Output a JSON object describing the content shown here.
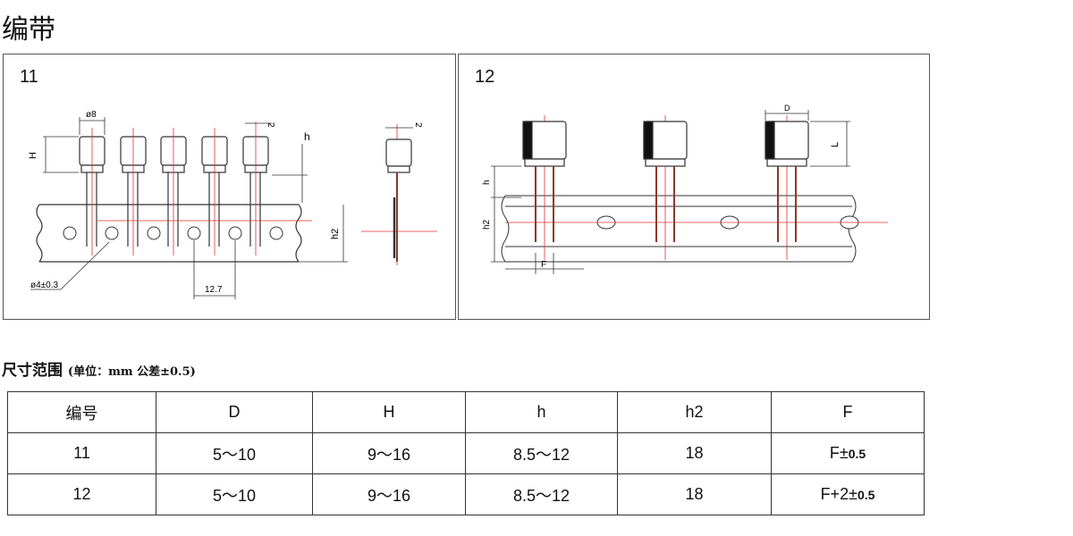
{
  "title": "编带",
  "panels": [
    {
      "id": "11",
      "labels": {
        "dia": "ø8",
        "pitch_lead": "2",
        "H": "H",
        "h": "h",
        "h2": "h2",
        "hole": "ø4±0.3",
        "pitch": "12.7",
        "side_pitch": "2"
      }
    },
    {
      "id": "12",
      "labels": {
        "D": "D",
        "L": "L",
        "h": "h",
        "h2": "h2",
        "F": "F"
      }
    }
  ],
  "spec": {
    "heading": "尺寸范围",
    "note_prefix": "(单位：mm  公差±",
    "note_value": "0.5)",
    "columns": [
      "编号",
      "D",
      "H",
      "h",
      "h2",
      "F"
    ],
    "rows": [
      {
        "no": "11",
        "D": "5～10",
        "H": "9～16",
        "h": "8.5～12",
        "h2": "18",
        "F_base": "F±",
        "F_tol": "0.5"
      },
      {
        "no": "12",
        "D": "5～10",
        "H": "9～16",
        "h": "8.5～12",
        "h2": "18",
        "F_base": "F+2±",
        "F_tol": "0.5"
      }
    ]
  },
  "colors": {
    "dim_red": "#e03030",
    "body_dark": "#111111",
    "lead_brown": "#8a3b2a"
  }
}
